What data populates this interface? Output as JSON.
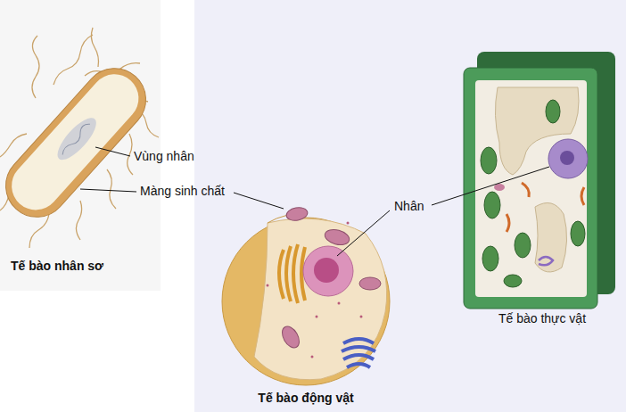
{
  "diagram": {
    "labels": [
      "Vùng nhân",
      "Màng sinh chất",
      "Nhân",
      "Tế bào nhân sơ",
      "Tế bào thực vật",
      "Tế bào động vật"
    ]
  }
}
